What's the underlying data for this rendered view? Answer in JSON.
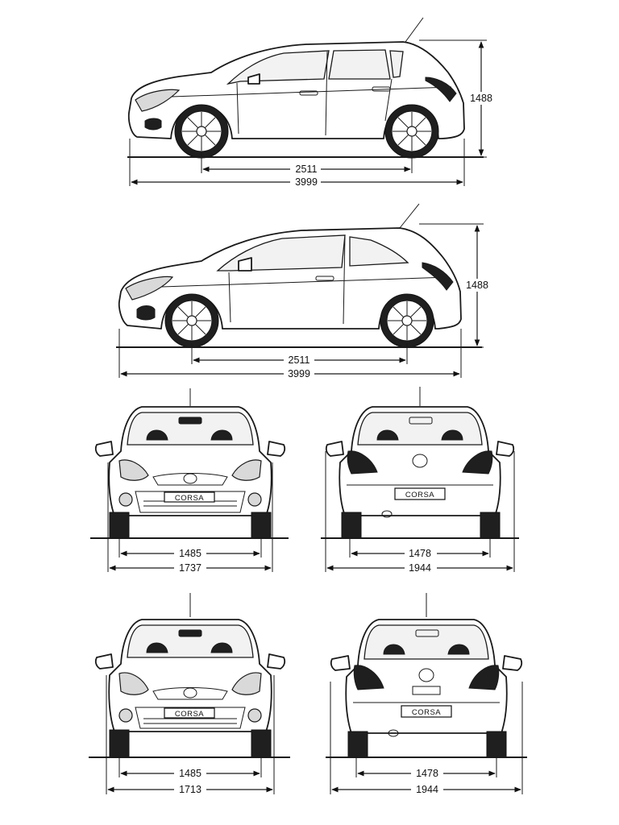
{
  "views": {
    "side_5door": {
      "height": "1488",
      "wheelbase": "2511",
      "length": "3999"
    },
    "side_3door": {
      "height": "1488",
      "wheelbase": "2511",
      "length": "3999"
    },
    "front_5door": {
      "track": "1485",
      "width": "1737",
      "badge": "CORSA"
    },
    "rear_5door": {
      "track": "1478",
      "width": "1944",
      "badge": "CORSA"
    },
    "front_3door": {
      "track": "1485",
      "width": "1713",
      "badge": "CORSA"
    },
    "rear_3door": {
      "track": "1478",
      "width": "1944",
      "badge": "CORSA"
    }
  }
}
